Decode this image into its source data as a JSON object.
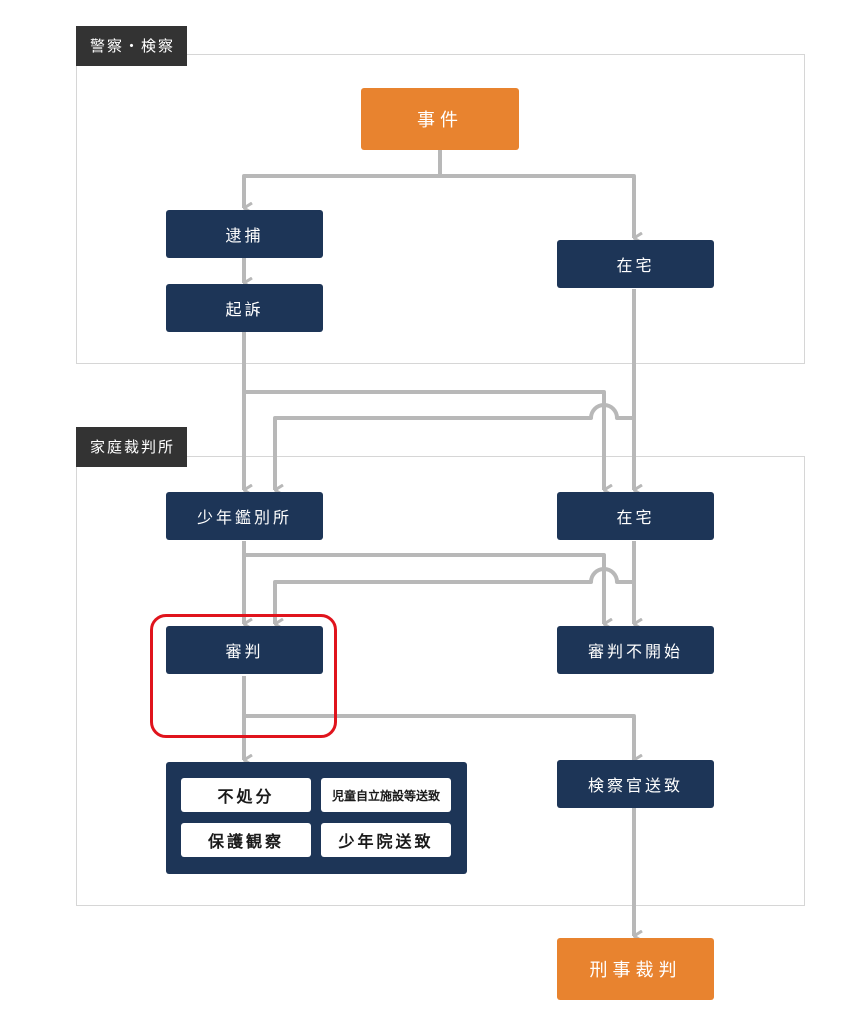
{
  "sections": {
    "police": {
      "title": "警察・検察"
    },
    "family_court": {
      "title": "家庭裁判所"
    }
  },
  "nodes": {
    "incident": "事件",
    "arrest": "逮捕",
    "indictment": "起訴",
    "at_home_police": "在宅",
    "juvenile_classification": "少年鑑別所",
    "at_home_court": "在宅",
    "trial": "審判",
    "trial_not_started": "審判不開始",
    "prosecutor_referral": "検察官送致",
    "criminal_trial": "刑事裁判"
  },
  "outcomes": [
    {
      "label": "不処分"
    },
    {
      "label": "児童自立施設等送致"
    },
    {
      "label": "保護観察"
    },
    {
      "label": "少年院送致"
    }
  ],
  "colors": {
    "navy": "#1d3557",
    "orange": "#e8832f",
    "connector": "#b8b8b8",
    "highlight": "#e0141d",
    "tab": "#333333"
  }
}
